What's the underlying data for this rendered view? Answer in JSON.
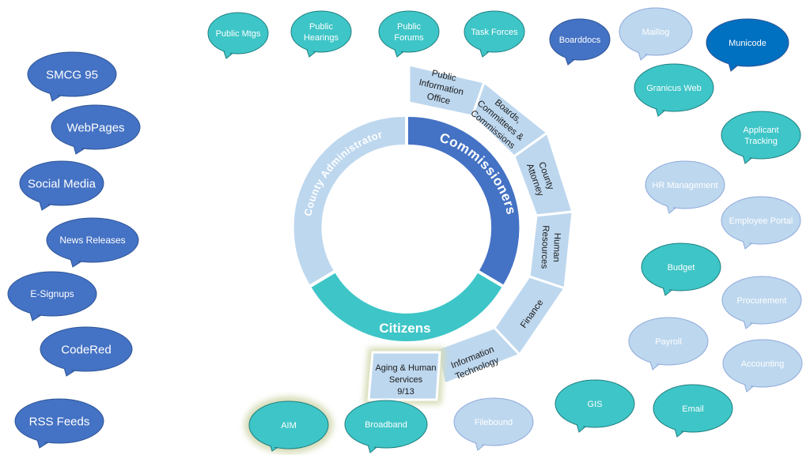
{
  "colors": {
    "blue_dark": "#4472c4",
    "blue_darker": "#0070c0",
    "teal": "#3ec5c7",
    "light": "#bdd7ee",
    "ring_stroke": "#ffffff",
    "bubble_stroke": "#2f5597",
    "teal_stroke": "#1f7f80",
    "light_stroke": "#8faadc",
    "highlight_glow": "#d6dcb6"
  },
  "center": {
    "commissioners": "Commissioners",
    "citizens": "Citizens",
    "county_administrator": "County Administrator"
  },
  "segments": [
    {
      "id": "public-information-office",
      "lines": [
        "Public",
        "Information",
        "Office"
      ]
    },
    {
      "id": "boards-committees-commissions",
      "lines": [
        "Boards,",
        "Committees &",
        "Commissions"
      ]
    },
    {
      "id": "county-attorney",
      "lines": [
        "County",
        "Attorney"
      ]
    },
    {
      "id": "human-resources",
      "lines": [
        "Human",
        "Resources"
      ]
    },
    {
      "id": "finance",
      "lines": [
        "Finance"
      ]
    },
    {
      "id": "information-technology",
      "lines": [
        "Information",
        "Technology"
      ]
    },
    {
      "id": "aging-human-services",
      "lines": [
        "Aging & Human",
        "Services",
        "9/13"
      ]
    }
  ],
  "bubbles": [
    {
      "id": "smcg-95",
      "text": "SMCG 95",
      "style": "dark"
    },
    {
      "id": "webpages",
      "text": "WebPages",
      "style": "dark"
    },
    {
      "id": "social-media",
      "text": "Social Media",
      "style": "dark"
    },
    {
      "id": "news-releases",
      "text": "News Releases",
      "style": "dark"
    },
    {
      "id": "e-signups",
      "text": "E-Signups",
      "style": "dark"
    },
    {
      "id": "codered",
      "text": "CodeRed",
      "style": "dark"
    },
    {
      "id": "rss-feeds",
      "text": "RSS Feeds",
      "style": "dark"
    },
    {
      "id": "public-mtgs",
      "text": "Public Mtgs",
      "style": "teal"
    },
    {
      "id": "public-hearings",
      "text": "Public Hearings",
      "style": "teal"
    },
    {
      "id": "public-forums",
      "text": "Public Forums",
      "style": "teal"
    },
    {
      "id": "task-forces",
      "text": "Task Forces",
      "style": "teal"
    },
    {
      "id": "boarddocs",
      "text": "Boarddocs",
      "style": "dark"
    },
    {
      "id": "maillog",
      "text": "Maillog",
      "style": "light"
    },
    {
      "id": "municode",
      "text": "Municode",
      "style": "darker"
    },
    {
      "id": "granicus-web",
      "text": "Granicus Web",
      "style": "teal"
    },
    {
      "id": "applicant-tracking",
      "text": "Applicant Tracking",
      "style": "teal"
    },
    {
      "id": "hr-management",
      "text": "HR Management",
      "style": "light"
    },
    {
      "id": "employee-portal",
      "text": "Employee Portal",
      "style": "light"
    },
    {
      "id": "budget",
      "text": "Budget",
      "style": "teal"
    },
    {
      "id": "procurement",
      "text": "Procurement",
      "style": "light"
    },
    {
      "id": "payroll",
      "text": "Payroll",
      "style": "light"
    },
    {
      "id": "accounting",
      "text": "Accounting",
      "style": "light"
    },
    {
      "id": "gis",
      "text": "GIS",
      "style": "teal"
    },
    {
      "id": "email",
      "text": "Email",
      "style": "teal"
    },
    {
      "id": "filebound",
      "text": "Filebound",
      "style": "light"
    },
    {
      "id": "broadband",
      "text": "Broadband",
      "style": "teal"
    },
    {
      "id": "aim",
      "text": "AIM",
      "style": "teal"
    }
  ]
}
